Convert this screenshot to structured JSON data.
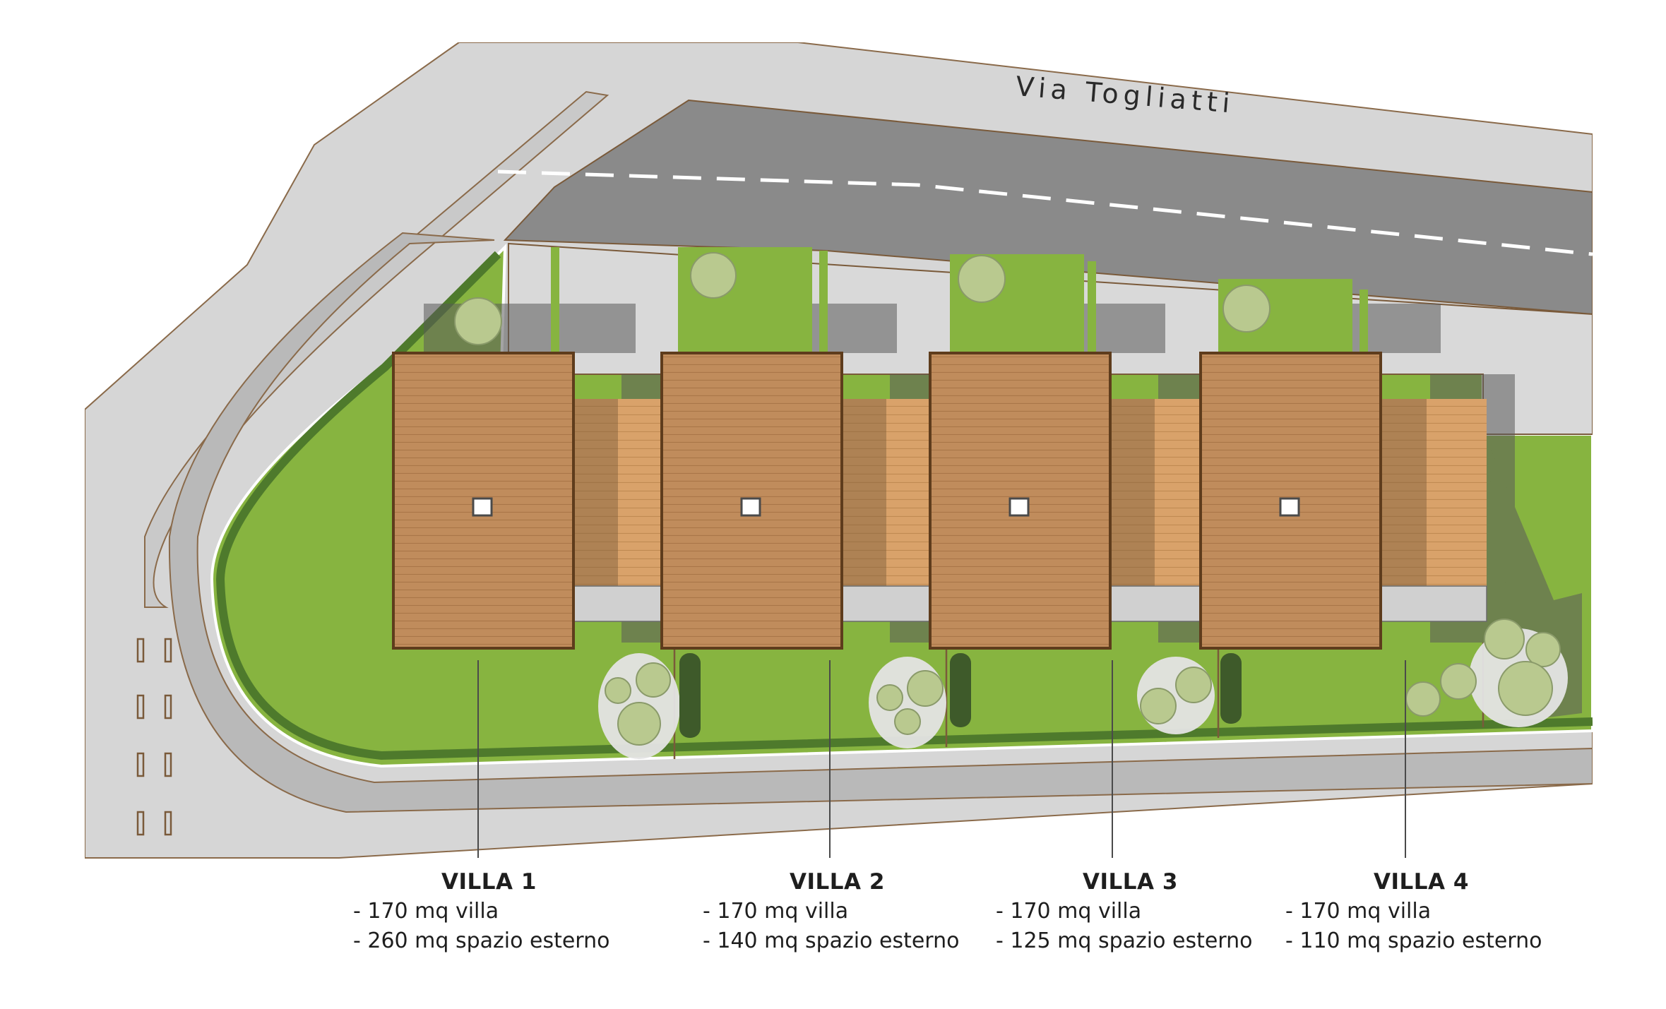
{
  "street": {
    "name": "Via Togliatti"
  },
  "villas": [
    {
      "title": "VILLA 1",
      "villa_area": "- 170 mq villa",
      "outdoor_area": "- 260 mq spazio esterno"
    },
    {
      "title": "VILLA 2",
      "villa_area": "- 170 mq villa",
      "outdoor_area": "- 140 mq spazio esterno"
    },
    {
      "title": "VILLA 3",
      "villa_area": "- 170 mq villa",
      "outdoor_area": "- 125 mq spazio esterno"
    },
    {
      "title": "VILLA 4",
      "villa_area": "- 170 mq villa",
      "outdoor_area": "- 110 mq spazio esterno"
    }
  ],
  "colors": {
    "road": "#8a8a8a",
    "sidewalk": "#d6d6d6",
    "lawn": "#87b440",
    "hedge": "#4e7a2c",
    "roof": "#c08c5c",
    "roof_edge": "#5e3c1c",
    "deck": "#d9a26a",
    "shadow": "#5a5a5a",
    "tree": "#b9c98f"
  }
}
